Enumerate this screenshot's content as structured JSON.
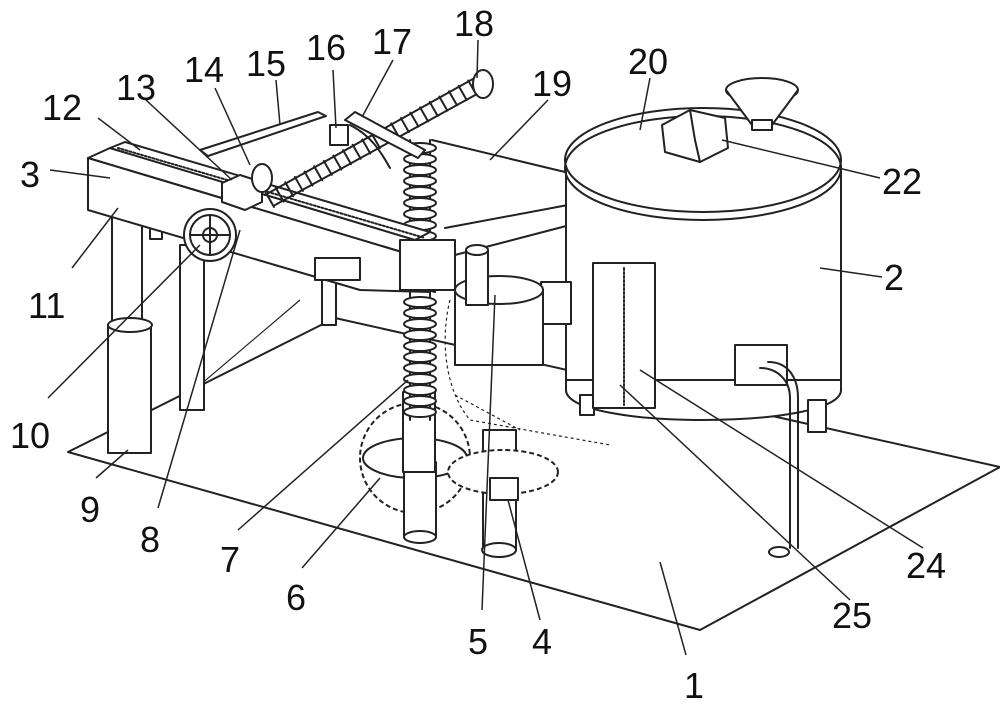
{
  "labels": [
    {
      "id": "label-1",
      "text": "1"
    },
    {
      "id": "label-2",
      "text": "2"
    },
    {
      "id": "label-3",
      "text": "3"
    },
    {
      "id": "label-4",
      "text": "4"
    },
    {
      "id": "label-5",
      "text": "5"
    },
    {
      "id": "label-6",
      "text": "6"
    },
    {
      "id": "label-7",
      "text": "7"
    },
    {
      "id": "label-8",
      "text": "8"
    },
    {
      "id": "label-9",
      "text": "9"
    },
    {
      "id": "label-10",
      "text": "10"
    },
    {
      "id": "label-11",
      "text": "11"
    },
    {
      "id": "label-12",
      "text": "12"
    },
    {
      "id": "label-13",
      "text": "13"
    },
    {
      "id": "label-14",
      "text": "14"
    },
    {
      "id": "label-15",
      "text": "15"
    },
    {
      "id": "label-16",
      "text": "16"
    },
    {
      "id": "label-17",
      "text": "17"
    },
    {
      "id": "label-18",
      "text": "18"
    },
    {
      "id": "label-19",
      "text": "19"
    },
    {
      "id": "label-20",
      "text": "20"
    },
    {
      "id": "label-22",
      "text": "22"
    },
    {
      "id": "label-24",
      "text": "24"
    },
    {
      "id": "label-25",
      "text": "25"
    }
  ]
}
